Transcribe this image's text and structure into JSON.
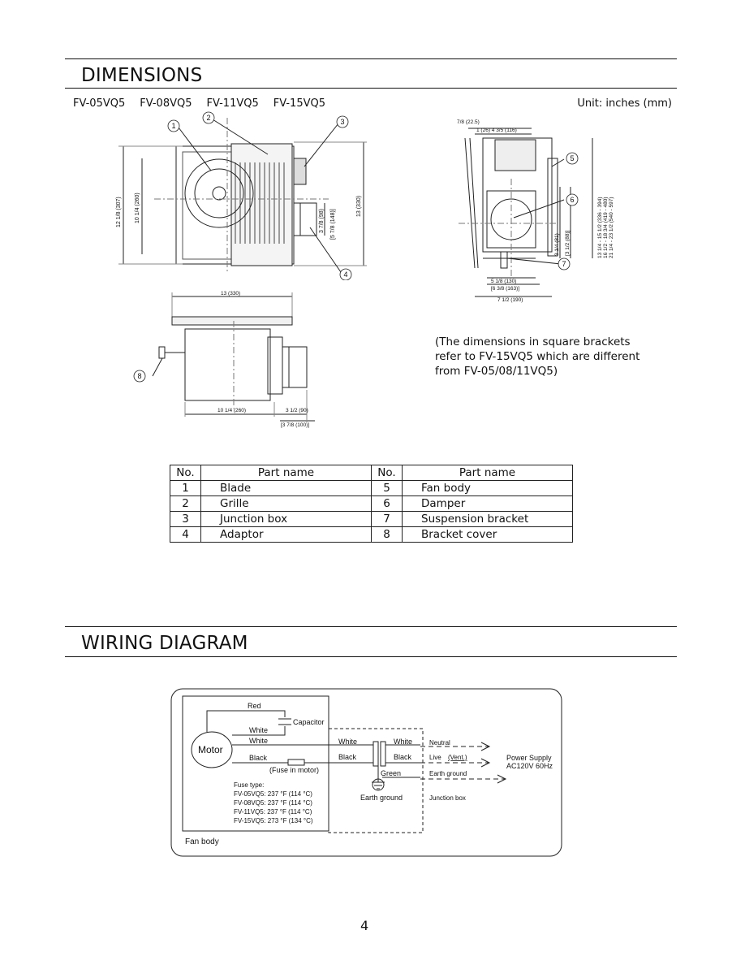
{
  "dimensions": {
    "title": "DIMENSIONS",
    "models": [
      "FV-05VQ5",
      "FV-08VQ5",
      "FV-11VQ5",
      "FV-15VQ5"
    ],
    "unit": "Unit: inches (mm)",
    "note_lines": [
      "(The dimensions in square brackets",
      "refer to FV-15VQ5 which are different",
      "from FV-05/08/11VQ5)"
    ],
    "callouts": [
      "1",
      "2",
      "3",
      "4",
      "5",
      "6",
      "7",
      "8"
    ],
    "front_dims": {
      "h1": "12 1/8 (307)",
      "h2": "10 1/4 (260)",
      "h3": "13 (330)",
      "duct1": "3 7/8 (98)",
      "duct2": "[5 7/8 (148)]"
    },
    "side_dims": {
      "top1": "7/8 (22.5)",
      "top2": "1 (26)  4 3/5 (116)",
      "h_a": "3 1/4 (81)",
      "h_b": "[3 1/2 (88)]",
      "joist1": "13 1/4 - 15 1/2 (336 - 394)",
      "joist2": "16 1/2 - 18 3/4 (419 - 480)",
      "joist3": "21 1/4 - 23 1/2 (540 - 597)",
      "b1": "5 1/8 (130)",
      "b2": "[6 3/8 (163)]",
      "b3": "7 1/2 (190)"
    },
    "bottom_dims": {
      "top": "13 (330)",
      "b1": "10 1/4 (260)",
      "b2": "3 1/2 (90)",
      "b3": "[3 7/8 (100)]"
    }
  },
  "parts_table": {
    "header_no": "No.",
    "header_name": "Part name",
    "rows": [
      {
        "no_l": "1",
        "name_l": "Blade",
        "no_r": "5",
        "name_r": "Fan body"
      },
      {
        "no_l": "2",
        "name_l": "Grille",
        "no_r": "6",
        "name_r": "Damper"
      },
      {
        "no_l": "3",
        "name_l": "Junction box",
        "no_r": "7",
        "name_r": "Suspension bracket"
      },
      {
        "no_l": "4",
        "name_l": "Adaptor",
        "no_r": "8",
        "name_r": "Bracket cover"
      }
    ]
  },
  "wiring": {
    "title": "WIRING DIAGRAM",
    "motor": "Motor",
    "red": "Red",
    "capacitor": "Capacitor",
    "white1": "White",
    "white2": "White",
    "black": "Black",
    "fuse_in_motor": "(Fuse in motor)",
    "fuse_title": "Fuse type:",
    "fuse_lines": [
      "FV-05VQ5: 237 °F (114 °C)",
      "FV-08VQ5: 237 °F (114 °C)",
      "FV-11VQ5: 237 °F (114 °C)",
      "FV-15VQ5: 273 °F (134 °C)"
    ],
    "fan_body": "Fan body",
    "jb_white_l": "White",
    "jb_white_r": "White",
    "jb_black_l": "Black",
    "jb_black_r": "Black",
    "green": "Green",
    "earth_ground_sym": "Earth ground",
    "neutral": "Neutral",
    "live": "Live",
    "vent": "(Vent.)",
    "earth_ground": "Earth ground",
    "junction_box": "Junction box",
    "power1": "Power Supply",
    "power2": "AC120V  60Hz"
  },
  "page_number": "4"
}
